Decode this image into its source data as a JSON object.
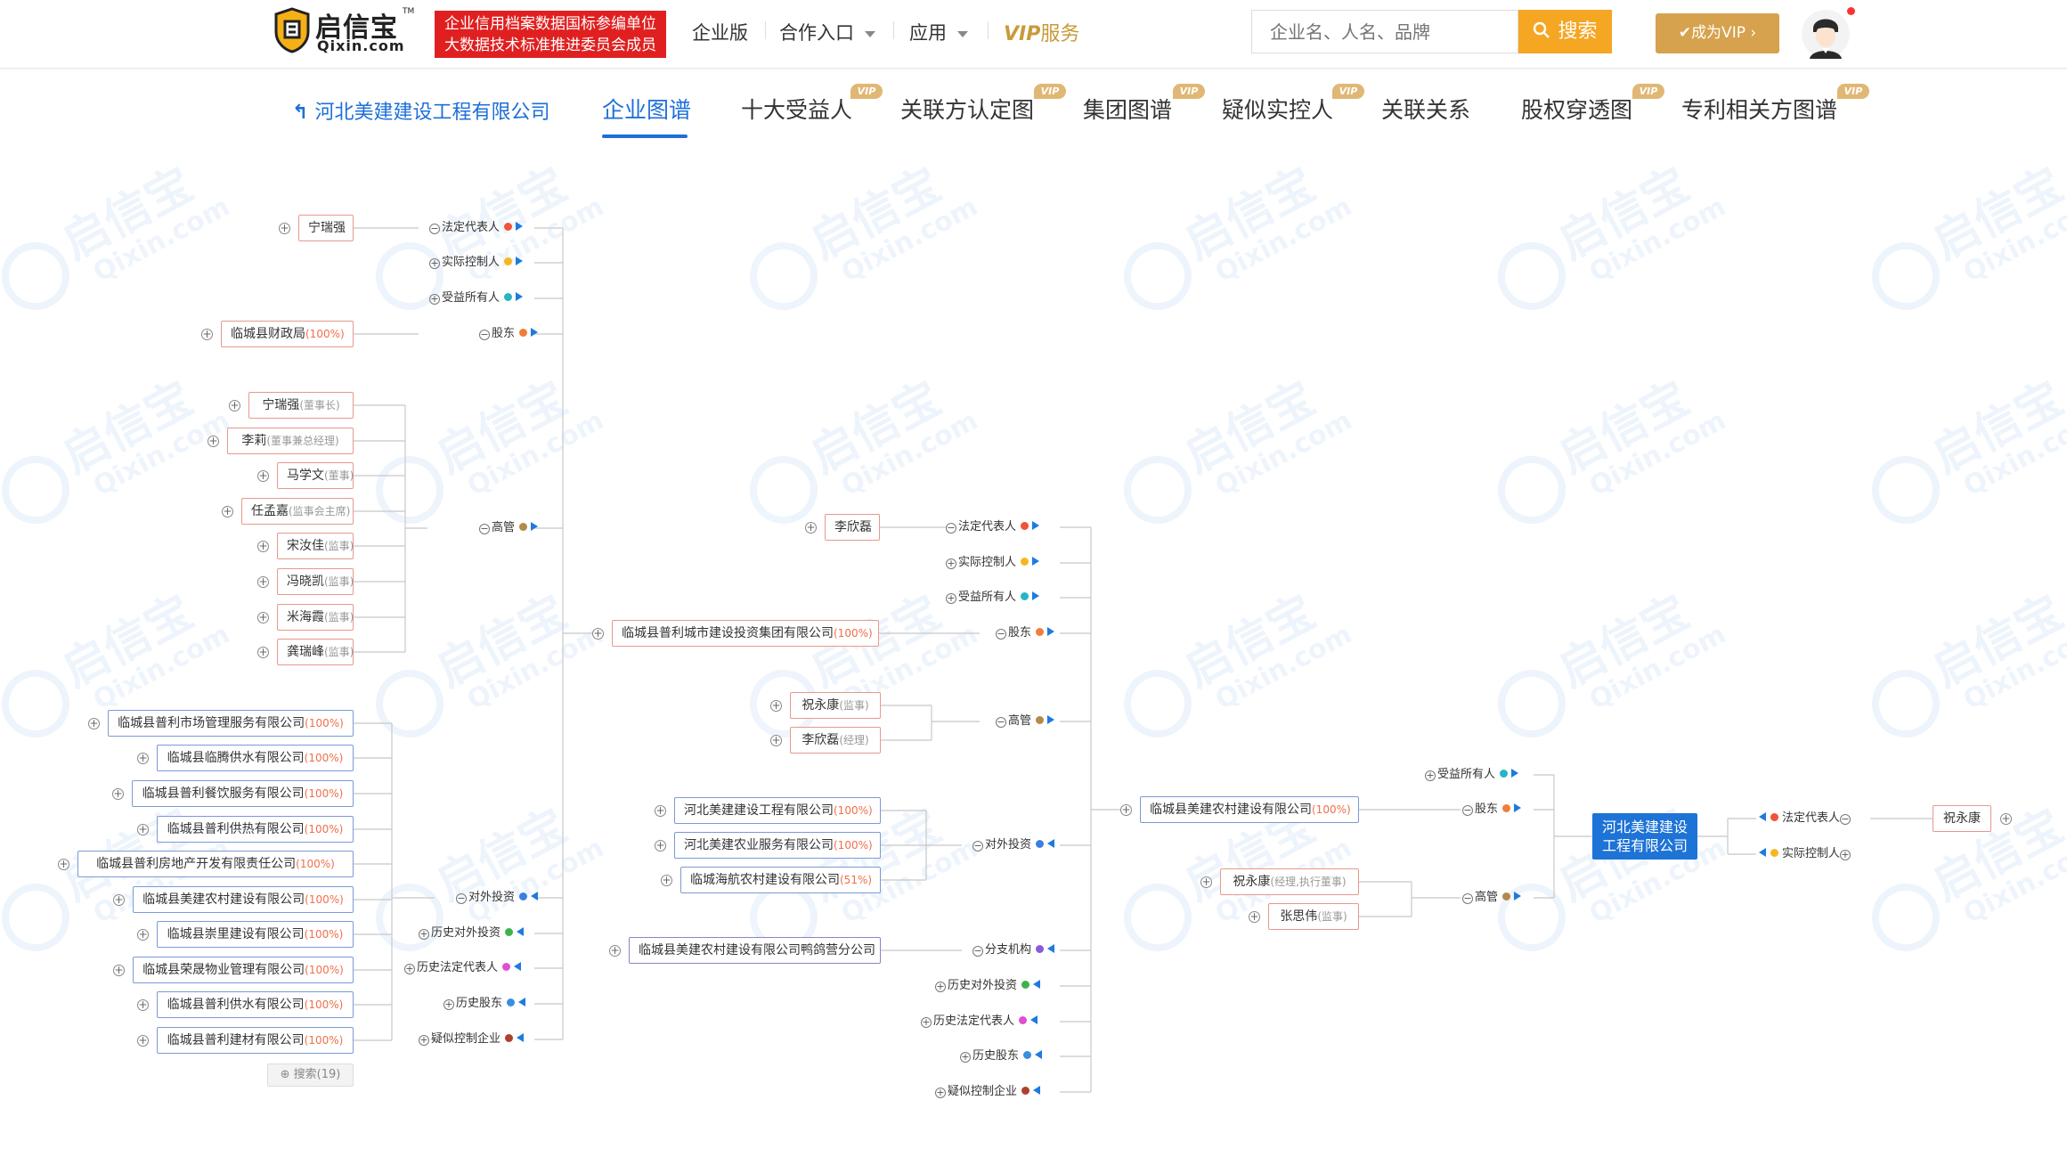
{
  "header": {
    "logo_text": "启信宝",
    "logo_sub": "Qixin.com",
    "logo_tm": "TM",
    "cert_line1": "企业信用档案数据国标参编单位",
    "cert_line2": "大数据技术标准推进委员会成员",
    "nav": [
      "企业版",
      "合作入口",
      "应用"
    ],
    "vip_service_vip": "VIP",
    "vip_service_text": "服务",
    "search_placeholder": "企业名、人名、品牌",
    "search_button": "搜索",
    "vip_button": "成为VIP",
    "accent": "#1e6fd9",
    "orange": "#f5a623"
  },
  "tabs": {
    "back": "河北美建建设工程有限公司",
    "items": [
      "企业图谱",
      "十大受益人",
      "关联方认定图",
      "集团图谱",
      "疑似实控人",
      "关联关系",
      "股权穿透图",
      "专利相关方图谱"
    ],
    "vip_label": "VIP",
    "active": "企业图谱"
  },
  "graph": {
    "center": {
      "line1": "河北美建建设",
      "line2": "工程有限公司"
    },
    "right_person": "祝永康",
    "center_rels": [
      "受益所有人",
      "股东",
      "高管"
    ],
    "right_rels": [
      "法定代表人",
      "实际控制人"
    ],
    "mid_company": {
      "name": "临城县美建农村建设有限公司",
      "pct": "(100%)"
    },
    "mid_execs": [
      {
        "name": "祝永康",
        "note": "(经理,执行董事)"
      },
      {
        "name": "张思伟",
        "note": "(监事)"
      }
    ],
    "mid_rels": [
      "法定代表人",
      "实际控制人",
      "受益所有人",
      "股东",
      "高管",
      "对外投资",
      "分支机构",
      "历史对外投资",
      "历史法定代表人",
      "历史股东",
      "疑似控制企业"
    ],
    "mid_legal_rep": "李欣磊",
    "parent_company": {
      "name": "临城县普利城市建设投资集团有限公司",
      "pct": "(100%)"
    },
    "mid_exec_people": [
      {
        "name": "祝永康",
        "note": "(监事)"
      },
      {
        "name": "李欣磊",
        "note": "(经理)"
      }
    ],
    "mid_investments": [
      {
        "name": "河北美建建设工程有限公司",
        "pct": "(100%)"
      },
      {
        "name": "河北美建农业服务有限公司",
        "pct": "(100%)"
      },
      {
        "name": "临城海航农村建设有限公司",
        "pct": "(51%)"
      }
    ],
    "branch": "临城县美建农村建设有限公司鸭鸽营分公司",
    "left_rels": [
      "法定代表人",
      "实际控制人",
      "受益所有人",
      "股东",
      "高管",
      "对外投资",
      "历史对外投资",
      "历史法定代表人",
      "历史股东",
      "疑似控制企业"
    ],
    "left_legal_rep": "宁瑞强",
    "left_shareholder": {
      "name": "临城县财政局",
      "pct": "(100%)"
    },
    "left_execs": [
      {
        "name": "宁瑞强",
        "note": "(董事长)"
      },
      {
        "name": "李莉",
        "note": "(董事兼总经理)"
      },
      {
        "name": "马学文",
        "note": "(董事)"
      },
      {
        "name": "任孟嘉",
        "note": "(监事会主席)"
      },
      {
        "name": "宋汝佳",
        "note": "(监事)"
      },
      {
        "name": "冯晓凯",
        "note": "(监事)"
      },
      {
        "name": "米海霞",
        "note": "(监事)"
      },
      {
        "name": "龚瑞峰",
        "note": "(监事)"
      }
    ],
    "left_investments": [
      {
        "name": "临城县普利市场管理服务有限公司",
        "pct": "(100%)"
      },
      {
        "name": "临城县临腾供水有限公司",
        "pct": "(100%)"
      },
      {
        "name": "临城县普利餐饮服务有限公司",
        "pct": "(100%)"
      },
      {
        "name": "临城县普利供热有限公司",
        "pct": "(100%)"
      },
      {
        "name": "临城县普利房地产开发有限责任公司",
        "pct": "(100%)"
      },
      {
        "name": "临城县美建农村建设有限公司",
        "pct": "(100%)"
      },
      {
        "name": "临城县崇里建设有限公司",
        "pct": "(100%)"
      },
      {
        "name": "临城县荣晟物业管理有限公司",
        "pct": "(100%)"
      },
      {
        "name": "临城县普利供水有限公司",
        "pct": "(100%)"
      },
      {
        "name": "临城县普利建材有限公司",
        "pct": "(100%)"
      }
    ],
    "search_more": "搜索(19)",
    "dot_colors": {
      "legal": "#f0523a",
      "controller": "#f5b623",
      "beneficiary": "#27b5c4",
      "shareholder": "#f07d3a",
      "exec": "#b28a4a",
      "invest": "#3d7fe0",
      "branch": "#8a5bd8",
      "hist_invest": "#3cb34a",
      "hist_legal": "#e04fcf",
      "hist_share": "#3a8ee0",
      "suspect": "#b0402e"
    },
    "watermark_text": "启信宝",
    "watermark_sub": "Qixin.com"
  }
}
